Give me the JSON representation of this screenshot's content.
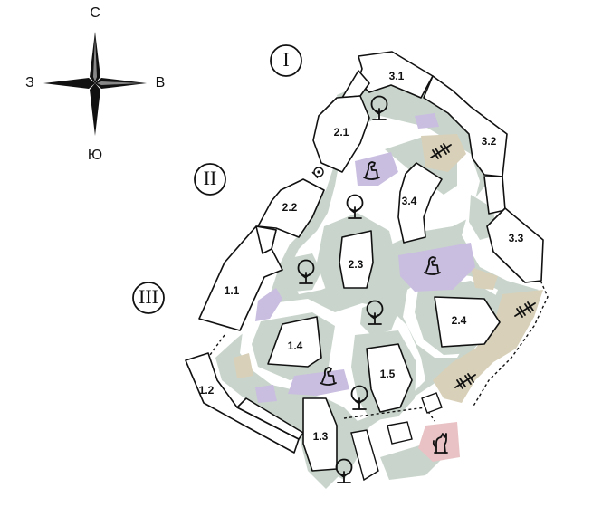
{
  "compass": {
    "north": "С",
    "south": "Ю",
    "west": "З",
    "east": "В"
  },
  "zones": {
    "one": "I",
    "two": "II",
    "three": "III"
  },
  "buildings": {
    "b11": "1.1",
    "b12": "1.2",
    "b13": "1.3",
    "b14": "1.4",
    "b15": "1.5",
    "b21": "2.1",
    "b22": "2.2",
    "b23": "2.3",
    "b24": "2.4",
    "b31": "3.1",
    "b32": "3.2",
    "b33": "3.3",
    "b34": "3.4"
  },
  "icons": {
    "tree": "tree-icon",
    "playground": "rocking-horse-icon",
    "sports": "dumbbell-icon",
    "dog_area": "dog-icon"
  },
  "colors": {
    "green_area": "#c9d5cc",
    "sand_area": "#d8d0b8",
    "playground_area": "#c9bde0",
    "dog_area": "#e8c2c4",
    "building_outline": "#111111"
  }
}
